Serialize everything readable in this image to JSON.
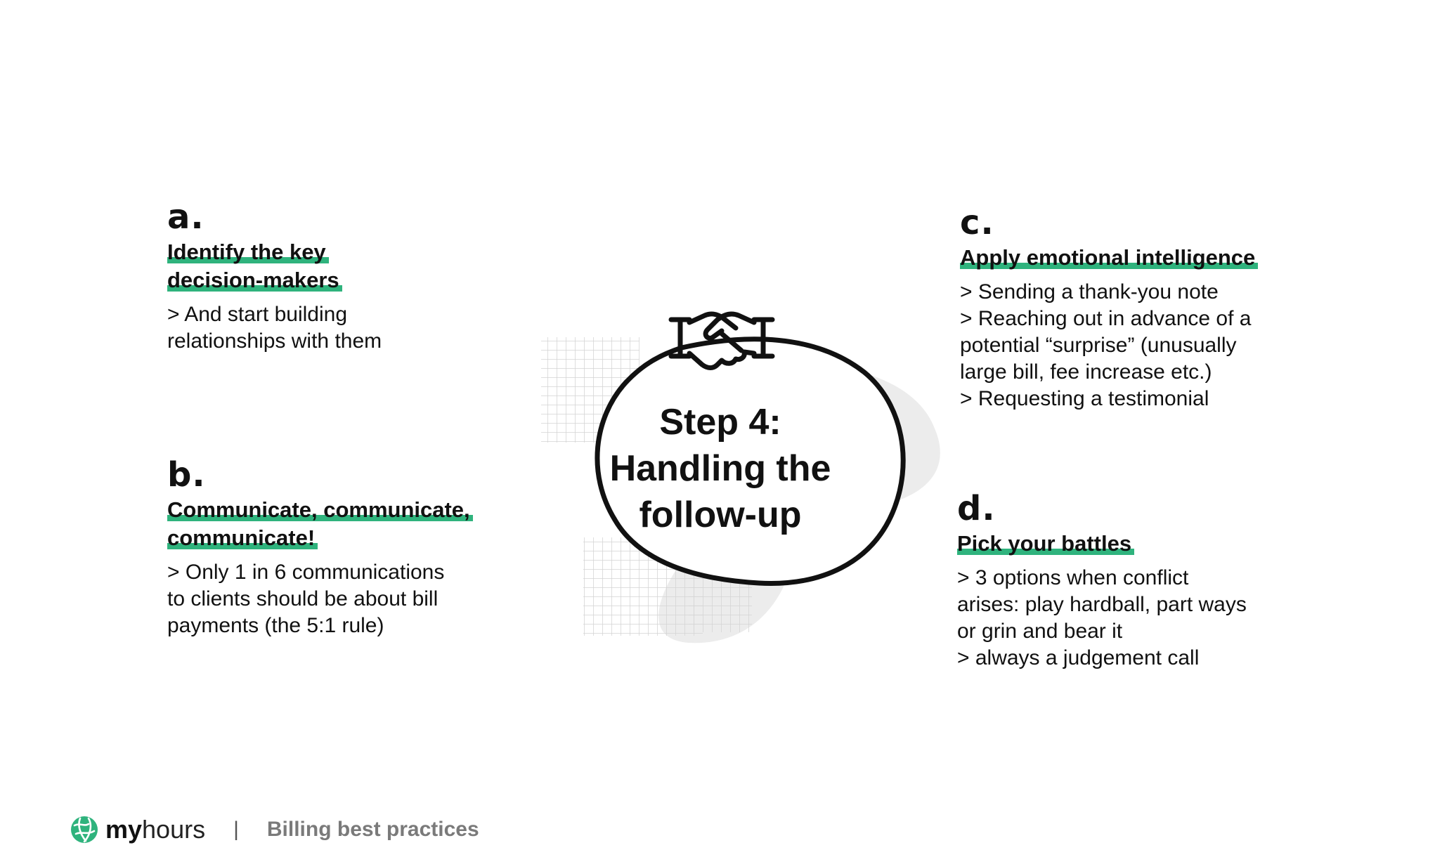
{
  "center": {
    "title_lines": [
      "Step 4:",
      "Handling the",
      "follow-up"
    ],
    "icon": "handshake-icon"
  },
  "sections": {
    "a": {
      "letter": "a.",
      "heading_lines": [
        "Identify the key",
        "decision-makers"
      ],
      "body": [
        "> And start building",
        "relationships with them"
      ]
    },
    "b": {
      "letter": "b.",
      "heading_lines": [
        "Communicate, communicate,",
        "communicate!"
      ],
      "body": [
        "> Only 1 in 6 communications",
        "to clients should be about bill",
        "payments (the 5:1 rule)"
      ]
    },
    "c": {
      "letter": "c.",
      "heading_lines": [
        "Apply emotional intelligence"
      ],
      "body": [
        "> Sending a thank-you note",
        "> Reaching out in advance of a",
        "potential “surprise” (unusually",
        "large bill, fee increase etc.)",
        "> Requesting a testimonial"
      ]
    },
    "d": {
      "letter": "d.",
      "heading_lines": [
        "Pick your battles"
      ],
      "body": [
        "> 3 options when conflict",
        "arises: play hardball, part ways",
        "or grin and bear it",
        "> always a judgement call"
      ]
    }
  },
  "footer": {
    "brand_bold": "my",
    "brand_regular": "hours",
    "separator": "|",
    "subtitle": "Billing best practices",
    "logo_icon": "globe-logo-icon"
  },
  "colors": {
    "accent": "#2fb37d",
    "text": "#111111",
    "muted": "#7a7a7a",
    "blob": "#ececec",
    "grid": "#d8d8d8"
  }
}
